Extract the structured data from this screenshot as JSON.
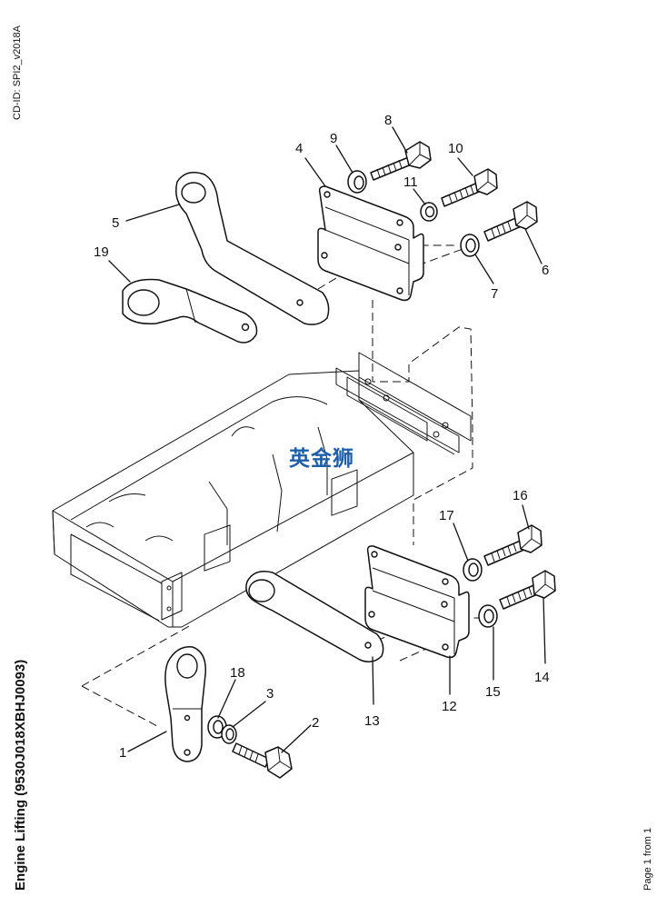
{
  "cd_id": "CD-ID: SPI2_v2018A",
  "document_title": "Engine Lifting (9530J018XBHJ0093)",
  "page_label": "Page 1 from 1",
  "watermark_text": "英金狮",
  "watermark_color": "#1f5fa8",
  "callouts": {
    "c1": "1",
    "c2": "2",
    "c3": "3",
    "c4": "4",
    "c5": "5",
    "c6": "6",
    "c7": "7",
    "c8": "8",
    "c9": "9",
    "c10": "10",
    "c11": "11",
    "c12": "12",
    "c13": "13",
    "c14": "14",
    "c15": "15",
    "c16": "16",
    "c17": "17",
    "c18": "18",
    "c19": "19"
  }
}
